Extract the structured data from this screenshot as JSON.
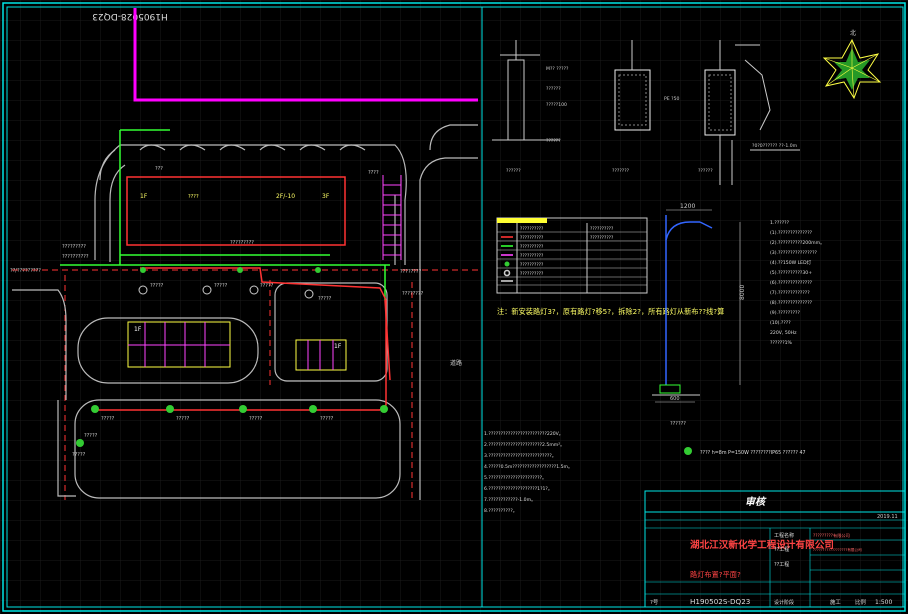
{
  "drawing": {
    "rotated_drawing_no": "H1905028-DQ23",
    "plan_labels": {
      "building_1f": "1F",
      "building_2f_10": "2F/-10",
      "building_3f": "3F",
      "annex_1f_left": "1F",
      "annex_1f_right": "1F",
      "road_right": "道路"
    },
    "note_main": "注：新安装路灯3?，原有路灯?移5?，拆除2?，所有路灯从新布??线?算",
    "notes": [
      "1.????????????????????????220V。",
      "2.??????????????????????2.5mm²。",
      "3.??????????????????????????。",
      "4.?????0.5m??????????????????1.5m。",
      "5.??????????????????????。",
      "6.????????????????????1?1?。",
      "7.????????????-1.0m。",
      "8.??????????。"
    ],
    "pole_specs": [
      "1.??????",
      "(1).??????????????",
      "(2).??????????200mm。",
      "(3).????????????????",
      "(4).??150W LED灯",
      "(5).??????????30+",
      "(6).??????????????",
      "(7).?????????????",
      "(8).??????????????",
      "(9).?????????",
      "(10).????",
      "220V, 50Hz",
      "??????1%"
    ],
    "pole_dims": {
      "top": "1200",
      "height": "8000",
      "base": "600"
    },
    "lamp_legend": "???? h=8m P=150W ????????IP65 ?????? 47",
    "detail_label": "??????",
    "compass": "北",
    "detail_captions": [
      "??????",
      "???????",
      "??????"
    ],
    "detail_notes": [
      "M?? ?????",
      "??????",
      "?????100",
      "PE ?50",
      "??????"
    ],
    "depth_note": "?0?0?????? ??-1.0m"
  },
  "legend_table": {
    "rows": [
      "??????????",
      "??????????",
      "??????????",
      "??????????",
      "??????????",
      "??????????",
      "??????????",
      "??????????"
    ]
  },
  "title_block": {
    "company": "湖北江汉新化学工程设计有限公司",
    "drawing_name": "路灯布置?平面?",
    "drawing_no": "H190502S-DQ23",
    "date": "2019.11",
    "scale": "1:500",
    "header_cells": [
      "?",
      "?",
      "?",
      "?",
      "?",
      "?"
    ],
    "fields": {
      "approve": "审核",
      "project": "工程名称",
      "check": "??工程",
      "design": "??工程",
      "stage": "施工",
      "scale_label": "比例",
      "drawing_no_label": "?号",
      "design_stage_label": "设计阶段"
    },
    "project_name": "?????????有限公司",
    "project_sub": "??????????????????有限公司"
  }
}
